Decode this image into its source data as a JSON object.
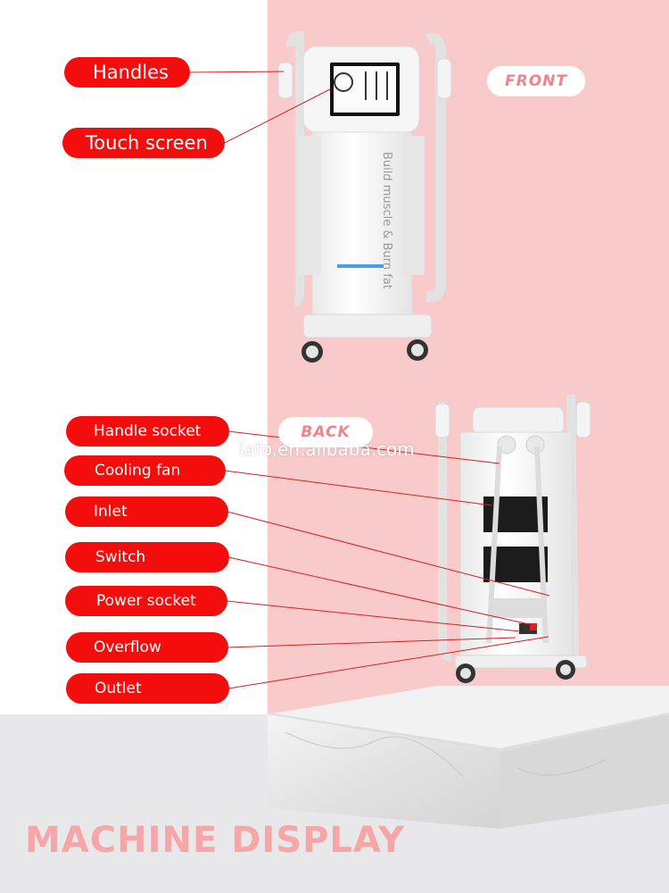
{
  "labels": {
    "handles": "Handles",
    "touch_screen": "Touch screen",
    "handle_socket": "Handle socket",
    "cooling_fan": "Cooling fan",
    "inlet": "Inlet",
    "switch": "Switch",
    "power_socket": "Power socket",
    "overflow": "Overflow",
    "outlet": "Outlet"
  },
  "tags": {
    "front": "FRONT",
    "back": "BACK"
  },
  "machine_text": "Build muscle & Burn fat",
  "watermark": "lafo.en.alibaba.com",
  "title": "MACHINE DISPLAY",
  "colors": {
    "label_bg": "#f40d0d",
    "pink_bg": "#f8caca",
    "title": "#f6a6a6",
    "tag_text": "#f2828c"
  }
}
